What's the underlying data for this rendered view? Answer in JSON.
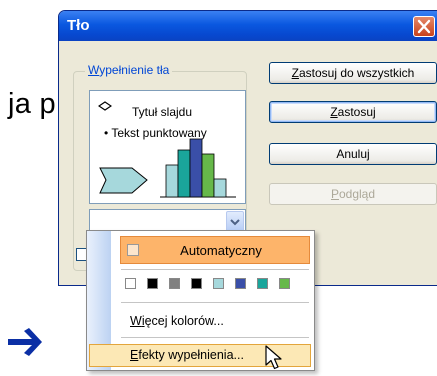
{
  "background": {
    "text": "ja p"
  },
  "dialog": {
    "title": "Tło",
    "fieldset_label_prefix": "W",
    "fieldset_label_rest": "ypełnienie tła",
    "preview": {
      "title": "Tytuł slajdu",
      "bullet": "• Tekst punktowany"
    },
    "buttons": {
      "apply_all_prefix": "Z",
      "apply_all_rest": "astosuj do wszystkich",
      "apply_prefix": "Z",
      "apply_rest": "astosuj",
      "cancel": "Anuluj",
      "preview_prefix": "P",
      "preview_rest": "odgląd"
    }
  },
  "dropdown_menu": {
    "automatic": "Automatyczny",
    "swatch_colors": [
      "#ffffff",
      "#000000",
      "#808080",
      "#000000",
      "#a6d8dc",
      "#3a4fa8",
      "#1aa59b",
      "#66b84a"
    ],
    "more_colors_prefix": "W",
    "more_colors_mid": "i",
    "more_colors_rest": "ęcej kolorów...",
    "fill_effects_prefix": "E",
    "fill_effects_rest": "fekty wypełnienia..."
  },
  "colors": {
    "titlebar": "#0a58e0",
    "arrow": "#0b2fa5",
    "highlight_orange": "#fdb46a",
    "hover_yellow": "#fce8b5"
  }
}
